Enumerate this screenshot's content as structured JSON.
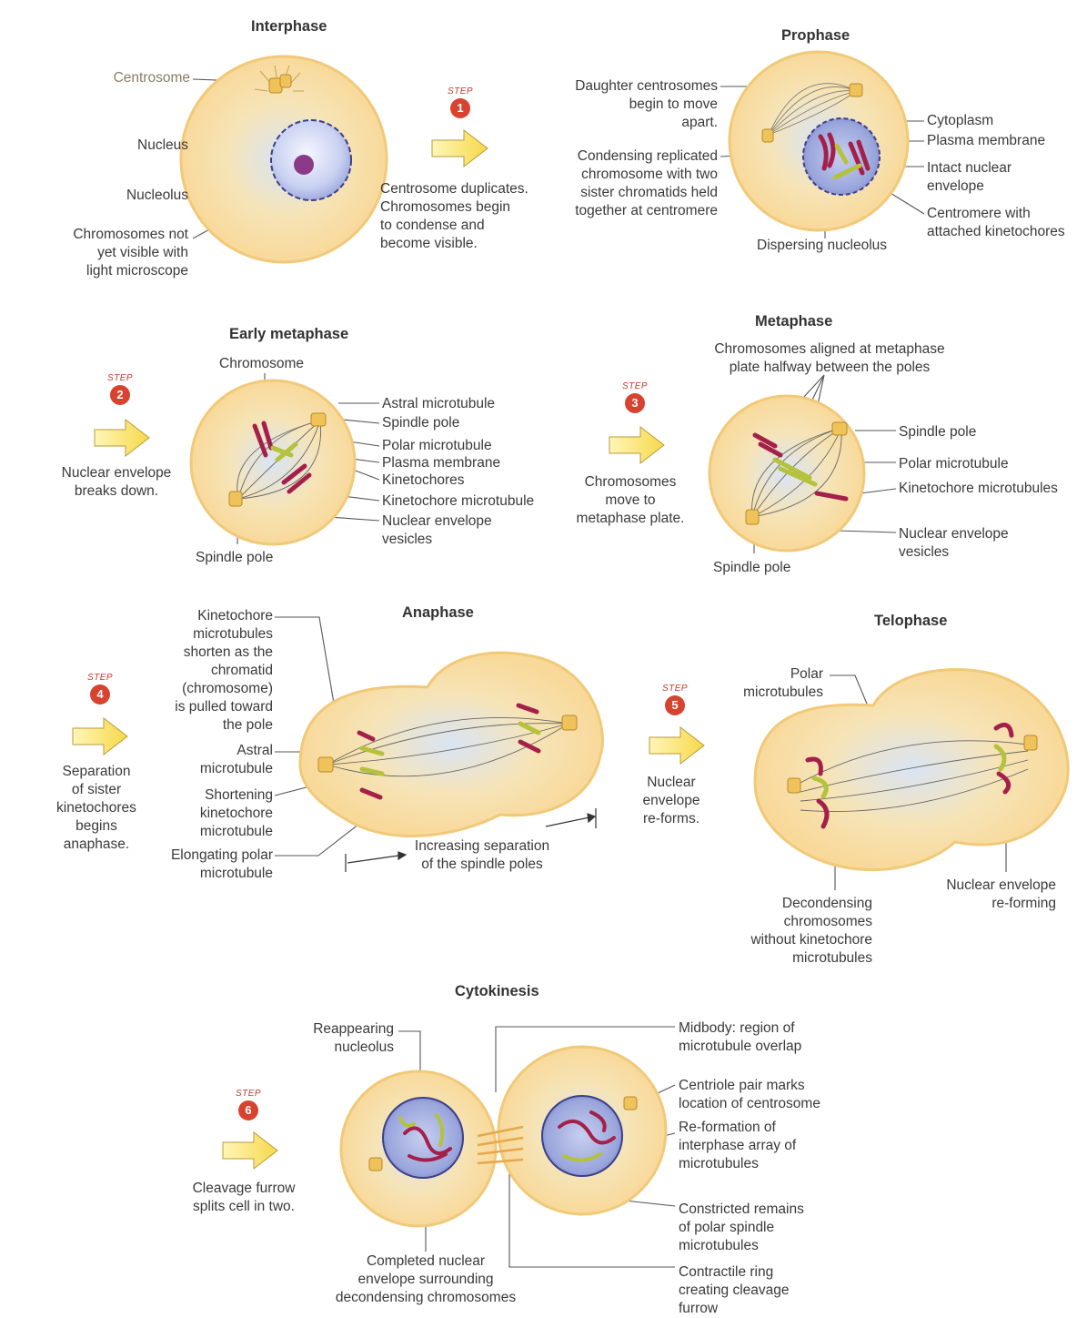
{
  "colors": {
    "cell_fill": "#f8dfa6",
    "cell_edge": "#f1c979",
    "nucleus_fill": "#cfd6f2",
    "nucleus_edge": "#3b3f8a",
    "chromosome_red": "#a4204a",
    "chromosome_green": "#b4c23c",
    "centrosome": "#f0c25a",
    "arrow_fill": "#fbe36a",
    "step_badge": "#d8432f"
  },
  "stages": {
    "interphase": {
      "title": "Interphase",
      "centrosome": "Centrosome",
      "nucleus": "Nucleus",
      "nucleolus": "Nucleolus",
      "chromosomes": "Chromosomes not\nyet visible with\nlight microscope"
    },
    "prophase": {
      "title": "Prophase",
      "daughter": "Daughter centrosomes\nbegin to move\napart.",
      "condensing": "Condensing replicated\nchromosome with two\nsister chromatids held\ntogether at centromere",
      "cytoplasm": "Cytoplasm",
      "plasma": "Plasma membrane",
      "intact": "Intact nuclear\nenvelope",
      "centromere": "Centromere with\nattached kinetochores",
      "dispersing": "Dispersing nucleolus"
    },
    "early_metaphase": {
      "title": "Early metaphase",
      "chromosome": "Chromosome",
      "astral": "Astral microtubule",
      "spindle_pole": "Spindle pole",
      "polar": "Polar microtubule",
      "plasma": "Plasma membrane",
      "kinetochores": "Kinetochores",
      "kin_microtubule": "Kinetochore microtubule",
      "vesicles": "Nuclear envelope\nvesicles",
      "spindle_pole_bottom": "Spindle pole"
    },
    "metaphase": {
      "title": "Metaphase",
      "aligned": "Chromosomes aligned at metaphase\nplate halfway between the poles",
      "spindle_pole": "Spindle pole",
      "polar": "Polar microtubule",
      "kin_microtubules": "Kinetochore microtubules",
      "vesicles": "Nuclear envelope\nvesicles",
      "spindle_pole_bottom": "Spindle pole"
    },
    "anaphase": {
      "title": "Anaphase",
      "kin_shorten": "Kinetochore\nmicrotubules\nshorten as the\nchromatid\n(chromosome)\nis pulled toward\nthe pole",
      "astral": "Astral\nmicrotubule",
      "shortening": "Shortening\nkinetochore\nmicrotubule",
      "elongating": "Elongating polar\nmicrotubule",
      "increasing": "Increasing separation\nof the spindle poles"
    },
    "telophase": {
      "title": "Telophase",
      "polar": "Polar\nmicrotubules",
      "decondensing": "Decondensing\nchromosomes\nwithout kinetochore\nmicrotubules",
      "reforming": "Nuclear envelope\nre-forming"
    },
    "cytokinesis": {
      "title": "Cytokinesis",
      "reappearing": "Reappearing\nnucleolus",
      "midbody": "Midbody: region of\nmicrotubule overlap",
      "centriole": "Centriole pair marks\nlocation of centrosome",
      "reformation": "Re-formation of\ninterphase array of\nmicrotubules",
      "constricted": "Constricted remains\nof polar spindle\nmicrotubules",
      "contractile": "Contractile ring\ncreating cleavage\nfurrow",
      "completed": "Completed nuclear\nenvelope surrounding\ndecondensing chromosomes"
    }
  },
  "steps": [
    {
      "badge": "STEP",
      "number": "1",
      "text": "Centrosome duplicates.\nChromosomes begin\nto condense and\nbecome visible."
    },
    {
      "badge": "STEP",
      "number": "2",
      "text": "Nuclear envelope\nbreaks down."
    },
    {
      "badge": "STEP",
      "number": "3",
      "text": "Chromosomes\nmove to\nmetaphase plate."
    },
    {
      "badge": "STEP",
      "number": "4",
      "text": "Separation\nof sister\nkinetochores\nbegins\nanaphase."
    },
    {
      "badge": "STEP",
      "number": "5",
      "text": "Nuclear\nenvelope\nre-forms."
    },
    {
      "badge": "STEP",
      "number": "6",
      "text": "Cleavage furrow\nsplits cell in two."
    }
  ]
}
